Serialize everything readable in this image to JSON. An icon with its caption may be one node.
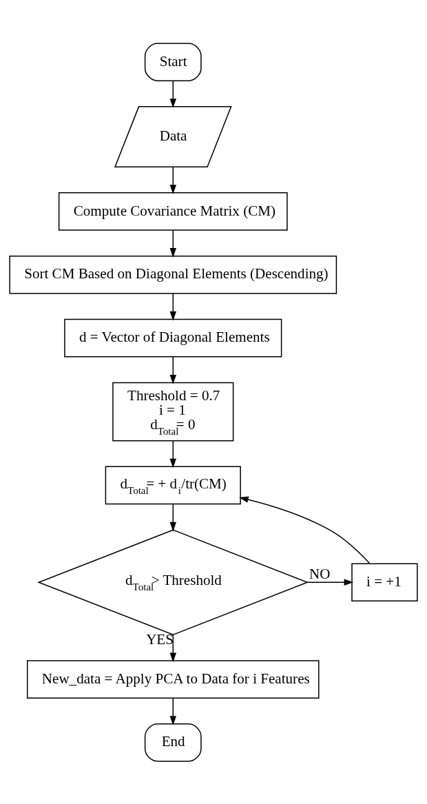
{
  "diagram": {
    "nodes": [
      {
        "text": [
          "Start"
        ]
      },
      {
        "text": [
          "Data"
        ]
      },
      {
        "text": [
          "Compute Covariance Matrix (CM)"
        ]
      },
      {
        "text": [
          "Sort CM Based on Diagonal Elements (Descending)"
        ]
      },
      {
        "text": [
          "d = Vector of Diagonal Elements"
        ]
      },
      {
        "text": [
          "Threshold = 0.7",
          "i = 1",
          "d$_{Total}$= 0"
        ]
      },
      {
        "text": [
          "d$_{Total}$= + d$_{i}$/tr(CM)"
        ]
      },
      {
        "text": [
          "d$_{Total}$> Threshold"
        ]
      },
      {
        "text": [
          "i = +1"
        ]
      },
      {
        "text": [
          "New_data = Apply PCA to Data for i Features"
        ]
      },
      {
        "text": [
          "End"
        ]
      }
    ],
    "edges": [
      {
        "from": 0,
        "to": 1,
        "arrow": "to"
      },
      {
        "from": 1,
        "to": 2,
        "arrow": "to"
      },
      {
        "from": 2,
        "to": 3,
        "arrow": "to"
      },
      {
        "from": 3,
        "to": 4,
        "arrow": "to"
      },
      {
        "from": 4,
        "to": 5,
        "arrow": "to"
      },
      {
        "from": 5,
        "to": 6,
        "arrow": "to"
      },
      {
        "from": 6,
        "to": 7,
        "arrow": "to"
      },
      {
        "from": 7,
        "to": 9,
        "arrow": "to",
        "label": "YES"
      },
      {
        "from": 7,
        "to": 8,
        "arrow": "to",
        "label": "NO"
      },
      {
        "from": 8,
        "to": 6,
        "arrow": "to"
      },
      {
        "from": 9,
        "to": 10,
        "arrow": "to"
      }
    ]
  }
}
